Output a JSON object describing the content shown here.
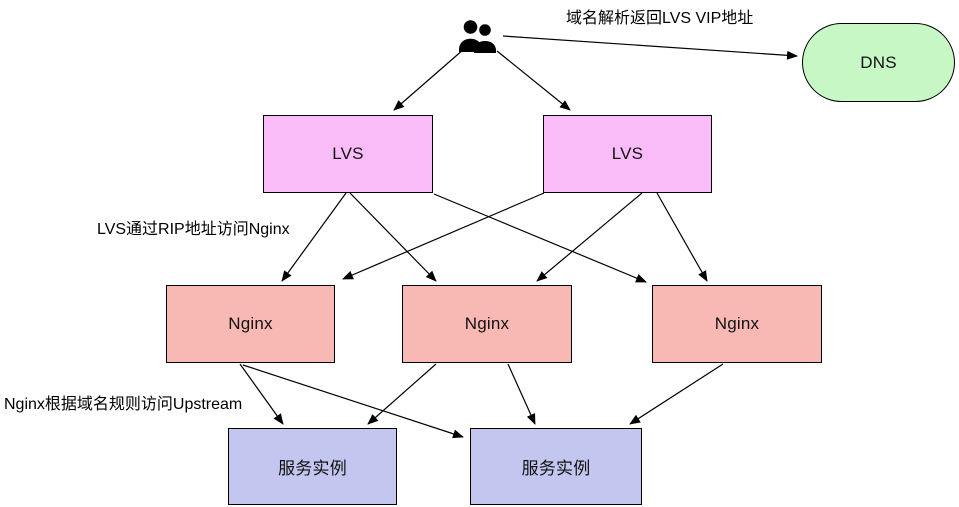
{
  "diagram": {
    "background_color": "#ffffff",
    "stroke_color": "#000000",
    "nodes": {
      "users": {
        "icon": "users-icon"
      },
      "dns": {
        "label": "DNS",
        "shape": "stadium",
        "fill": "#c8f7c6"
      },
      "lvs1": {
        "label": "LVS",
        "shape": "rect",
        "fill": "#f9bcf9"
      },
      "lvs2": {
        "label": "LVS",
        "shape": "rect",
        "fill": "#f9bcf9"
      },
      "nginx1": {
        "label": "Nginx",
        "shape": "rect",
        "fill": "#f8b8b4"
      },
      "nginx2": {
        "label": "Nginx",
        "shape": "rect",
        "fill": "#f8b8b4"
      },
      "nginx3": {
        "label": "Nginx",
        "shape": "rect",
        "fill": "#f8b8b4"
      },
      "service1": {
        "label": "服务实例",
        "shape": "rect",
        "fill": "#c3c6ef"
      },
      "service2": {
        "label": "服务实例",
        "shape": "rect",
        "fill": "#c3c6ef"
      }
    },
    "annotations": {
      "dns_note": "域名解析返回LVS VIP地址",
      "lvs_note": "LVS通过RIP地址访问Nginx",
      "upstream_note": "Nginx根据域名规则访问Upstream"
    },
    "edges": [
      {
        "from": "users",
        "to": "lvs1"
      },
      {
        "from": "users",
        "to": "lvs2"
      },
      {
        "from": "users",
        "to": "dns"
      },
      {
        "from": "lvs1",
        "to": "nginx1"
      },
      {
        "from": "lvs1",
        "to": "nginx2"
      },
      {
        "from": "lvs1",
        "to": "nginx3"
      },
      {
        "from": "lvs2",
        "to": "nginx1"
      },
      {
        "from": "lvs2",
        "to": "nginx2"
      },
      {
        "from": "lvs2",
        "to": "nginx3"
      },
      {
        "from": "nginx1",
        "to": "service1"
      },
      {
        "from": "nginx1",
        "to": "service2"
      },
      {
        "from": "nginx2",
        "to": "service1"
      },
      {
        "from": "nginx2",
        "to": "service2"
      },
      {
        "from": "nginx3",
        "to": "service2"
      }
    ]
  }
}
